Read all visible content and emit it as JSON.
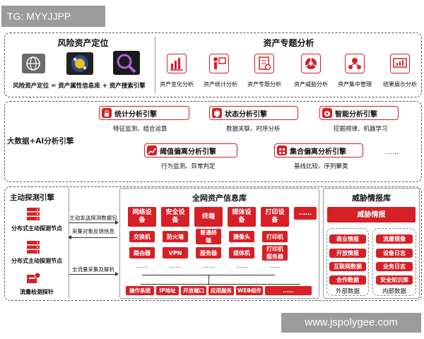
{
  "tag": "TG: MYYJJPP",
  "watermark": "www.jspolygee.com",
  "top": {
    "risk_title": "风险资产定位",
    "risk_formula": "风险资产定位 = 资产属性信息库 + 资产搜索引擎",
    "special_title": "资产专题分析",
    "special_items": [
      "资产变化分析",
      "资产统计分析",
      "资产专题分析",
      "资产威胁分析",
      "资产集中管理",
      "结果展示分析"
    ]
  },
  "middle": {
    "label": "大数据+AI分析引擎",
    "engines": [
      {
        "title": "统计分析引擎",
        "sub": "特征监测、组合运算"
      },
      {
        "title": "状态分析引擎",
        "sub": "数据关联、时序分析"
      },
      {
        "title": "智能分析引擎",
        "sub": "挖掘规律、机器学习"
      },
      {
        "title": "阈值偏离分析引擎",
        "sub": "行为监测、异常判定"
      },
      {
        "title": "集合偏离分析引擎",
        "sub": "基线比较、序列聚类"
      }
    ],
    "ellipsis": "……"
  },
  "probe": {
    "title": "主动探测引擎",
    "node1": "分布式主动探测节点",
    "node2": "分布式主动探测节点",
    "flow": "流量检测探针",
    "arrow1": "主动发送探测数据包",
    "arrow2": "采集对象反馈信息",
    "arrow3": "全流量采集及解析"
  },
  "asset_lib": {
    "title": "全网资产信息库",
    "cats": [
      "网络设备",
      "安全设备",
      "终端",
      "媒体设备",
      "打印设备",
      "……"
    ],
    "row1": [
      "交换机",
      "防火墙",
      "普通终端",
      "摄像头",
      "打印机"
    ],
    "row2": [
      "路由器",
      "VPN",
      "服务器",
      "媒体机",
      "打印机服务器"
    ],
    "dots": "……",
    "bottom": [
      "操作系统",
      "IP地址",
      "开放端口",
      "应用服务",
      "WEB组件",
      "……"
    ]
  },
  "threat": {
    "title": "威胁情报库",
    "header": "威胁情报",
    "left": [
      "商业情报",
      "开放情报",
      "互联网数据",
      "合作数据"
    ],
    "left_label": "外部数据",
    "right": [
      "流量镜像",
      "设备日志",
      "业务日志",
      "安全知识库"
    ],
    "right_label": "内部数据"
  },
  "colors": {
    "accent": "#d71f26",
    "border": "#555555"
  }
}
